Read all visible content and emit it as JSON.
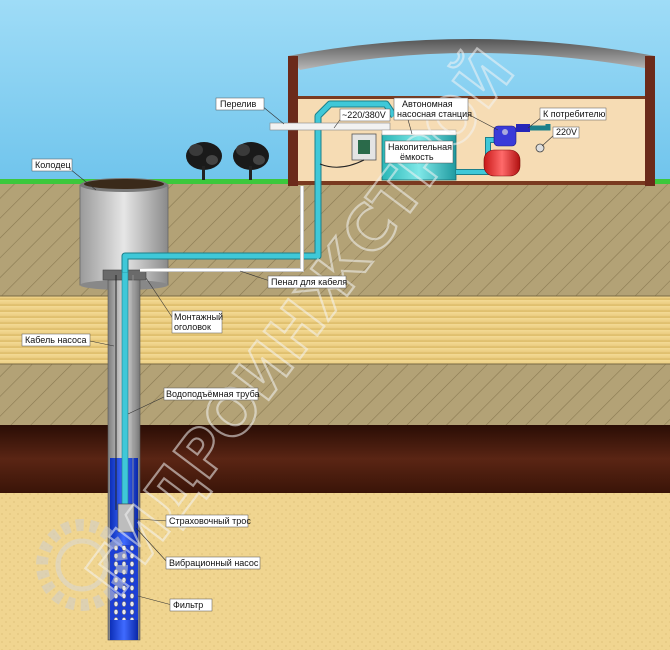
{
  "labels": {
    "well": "Колодец",
    "overflow": "Перелив",
    "voltage_main": "~220/380V",
    "station": "Автономная насосная станция",
    "tank": "Накопительная ёмкость",
    "consumer": "К потребителю",
    "voltage_pump": "220V",
    "cable_case": "Пенал для кабеля",
    "wellhead": "Монтажный оголовок",
    "pump_cable": "Кабель насоса",
    "riser_pipe": "Водоподъёмная труба",
    "safety_rope": "Страховочный трос",
    "vibration_pump": "Вибрационный насос",
    "filter": "Фильтр"
  },
  "watermark": "ГИДРОИНЖСТРОЙ",
  "colors": {
    "sky": "#8fd6f5",
    "soil_brown": "#b3a276",
    "soil_sand": "#f0d590",
    "soil_dark": "#4a1d10",
    "water": "#1d3fd6",
    "pipe": "#3fc8d8",
    "grass": "#3cc83c"
  }
}
